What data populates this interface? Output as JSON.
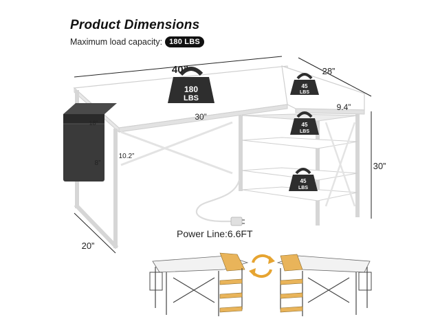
{
  "header": {
    "title": "Product Dimensions",
    "load_label": "Maximum load capacity:",
    "load_value": "180 LBS"
  },
  "dimensions": {
    "overall_length": "40”",
    "depth_right": "28”",
    "inner_length": "30”",
    "shelf_width": "9.4”",
    "height": "30”",
    "depth_left": "20”",
    "bag_width": "18”",
    "bag_height": "8”",
    "bag_clearance": "10.2”"
  },
  "weights": {
    "main_top": "180",
    "unit": "LBS",
    "shelf_top": "45",
    "shelf_mid": "45",
    "shelf_low": "45"
  },
  "power": {
    "label": "Power Line:6.6FT"
  },
  "colors": {
    "frame": "#d9d9d9",
    "desk_top": "#ffffff",
    "weight": "#2e2e2e",
    "bag": "#3a3a3a",
    "wood_shelf": "#e9b45a",
    "swap_arrows": "#e6a431"
  },
  "icons": {
    "swap": "reversible-arrows-icon"
  }
}
